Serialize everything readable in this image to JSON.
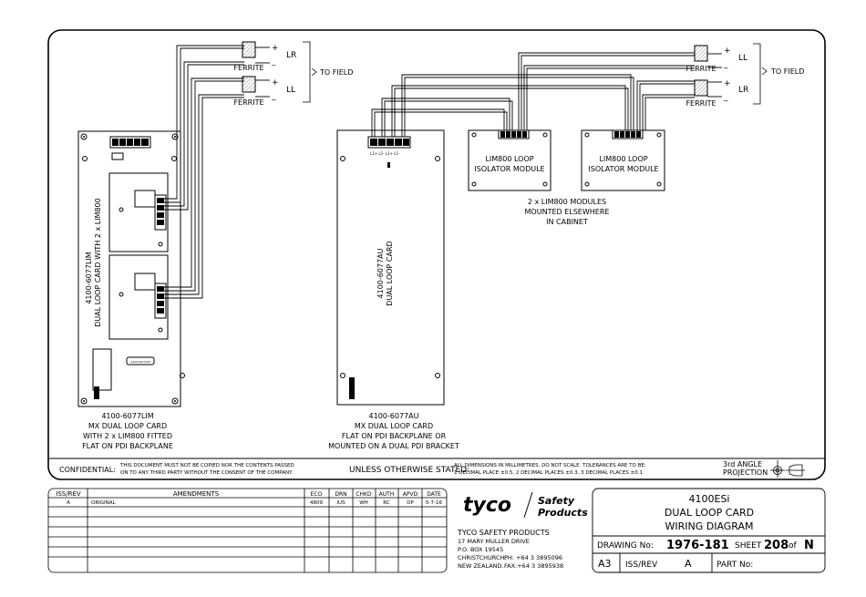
{
  "drawing": {
    "left_ferrite_top": {
      "label": "FERRITE",
      "plus": "+",
      "minus": "_",
      "wire": "LR"
    },
    "left_ferrite_bottom": {
      "label": "FERRITE",
      "plus": "+",
      "minus": "_",
      "wire": "LL"
    },
    "left_to_field": "TO FIELD",
    "right_ferrite_top": {
      "label": "FERRITE",
      "plus": "+",
      "minus": "_",
      "wire": "LL"
    },
    "right_ferrite_bottom": {
      "label": "FERRITE",
      "plus": "+",
      "minus": "_",
      "wire": "LR"
    },
    "right_to_field": "TO FIELD",
    "card_left_vertical_1": "4100-6077LIM",
    "card_left_vertical_2": "DUAL LOOP CARD WITH 2 x LIM800",
    "card_left_caption": [
      "4100-6077LIM",
      "MX DUAL LOOP CARD",
      "WITH 2 x LIM800 FITTED",
      "FLAT ON PDI BACKPLANE"
    ],
    "card_left_chip": "4100-6077LIM",
    "card_mid_vertical_1": "4100-6077AU",
    "card_mid_vertical_2": "DUAL LOOP CARD",
    "card_mid_caption": [
      "4100-6077AU",
      "MX DUAL LOOP CARD",
      "FLAT ON PDI BACKPLANE OR",
      "MOUNTED ON A DUAL PDI BRACKET"
    ],
    "card_mid_term_labels": "L1+ L1-   L1+ L1-",
    "module1": [
      "LIM800 LOOP",
      "ISOLATOR MODULE"
    ],
    "module2": [
      "LIM800 LOOP",
      "ISOLATOR MODULE"
    ],
    "modules_note": [
      "2 x LIM800 MODULES",
      "MOUNTED ELSEWHERE",
      "IN CABINET"
    ]
  },
  "notes": {
    "confidential_label": "CONFIDENTIAL:",
    "confidential_text": [
      "THIS DOCUMENT MUST NOT BE COPIED NOR THE CONTENTS PASSED",
      "ON TO ANY THIRD PARTY WITHOUT THE CONSENT OF THE COMPANY."
    ],
    "unless_label": "UNLESS OTHERWISE STATED:",
    "unless_text": [
      "ALL DIMENSIONS IN MILLIMETRES. DO NOT SCALE. TOLERANCES ARE TO BE:",
      "1 DECIMAL PLACE ±0.5, 2 DECIMAL PLACES ±0.3, 3 DECIMAL PLACES ±0.1"
    ],
    "projection": [
      "3rd ANGLE",
      "PROJECTION"
    ]
  },
  "revision_table": {
    "headers": [
      "ISS/REV",
      "AMENDMENTS",
      "ECO",
      "DRN",
      "CHKD",
      "AUTH",
      "APVD",
      "DATE"
    ],
    "rows": [
      [
        "A",
        "ORIGINAL",
        "4809",
        "IUS",
        "WH",
        "RC",
        "DP",
        "5-7-16"
      ]
    ]
  },
  "company": {
    "logo": "tyco",
    "logo_sub": [
      "Safety",
      "Products"
    ],
    "name": "TYCO SAFETY PRODUCTS",
    "address": [
      "17 MARY MULLER DRIVE",
      "P.O. BOX 19545",
      "CHRISTCHURCH.",
      "NEW ZEALAND."
    ],
    "phone": "PH: +64 3 3895096",
    "fax": "FAX:+64 3 3895938"
  },
  "title_block": {
    "title": [
      "4100ESi",
      "DUAL LOOP CARD",
      "WIRING DIAGRAM"
    ],
    "drawing_no_label": "DRAWING No:",
    "drawing_no": "1976-181",
    "sheet_label": "SHEET",
    "sheet_no": "208",
    "sheet_of": "of",
    "sheet_total": "N",
    "size": "A3",
    "iss_rev_label": "ISS/REV",
    "iss_rev": "A",
    "part_no_label": "PART No:"
  }
}
